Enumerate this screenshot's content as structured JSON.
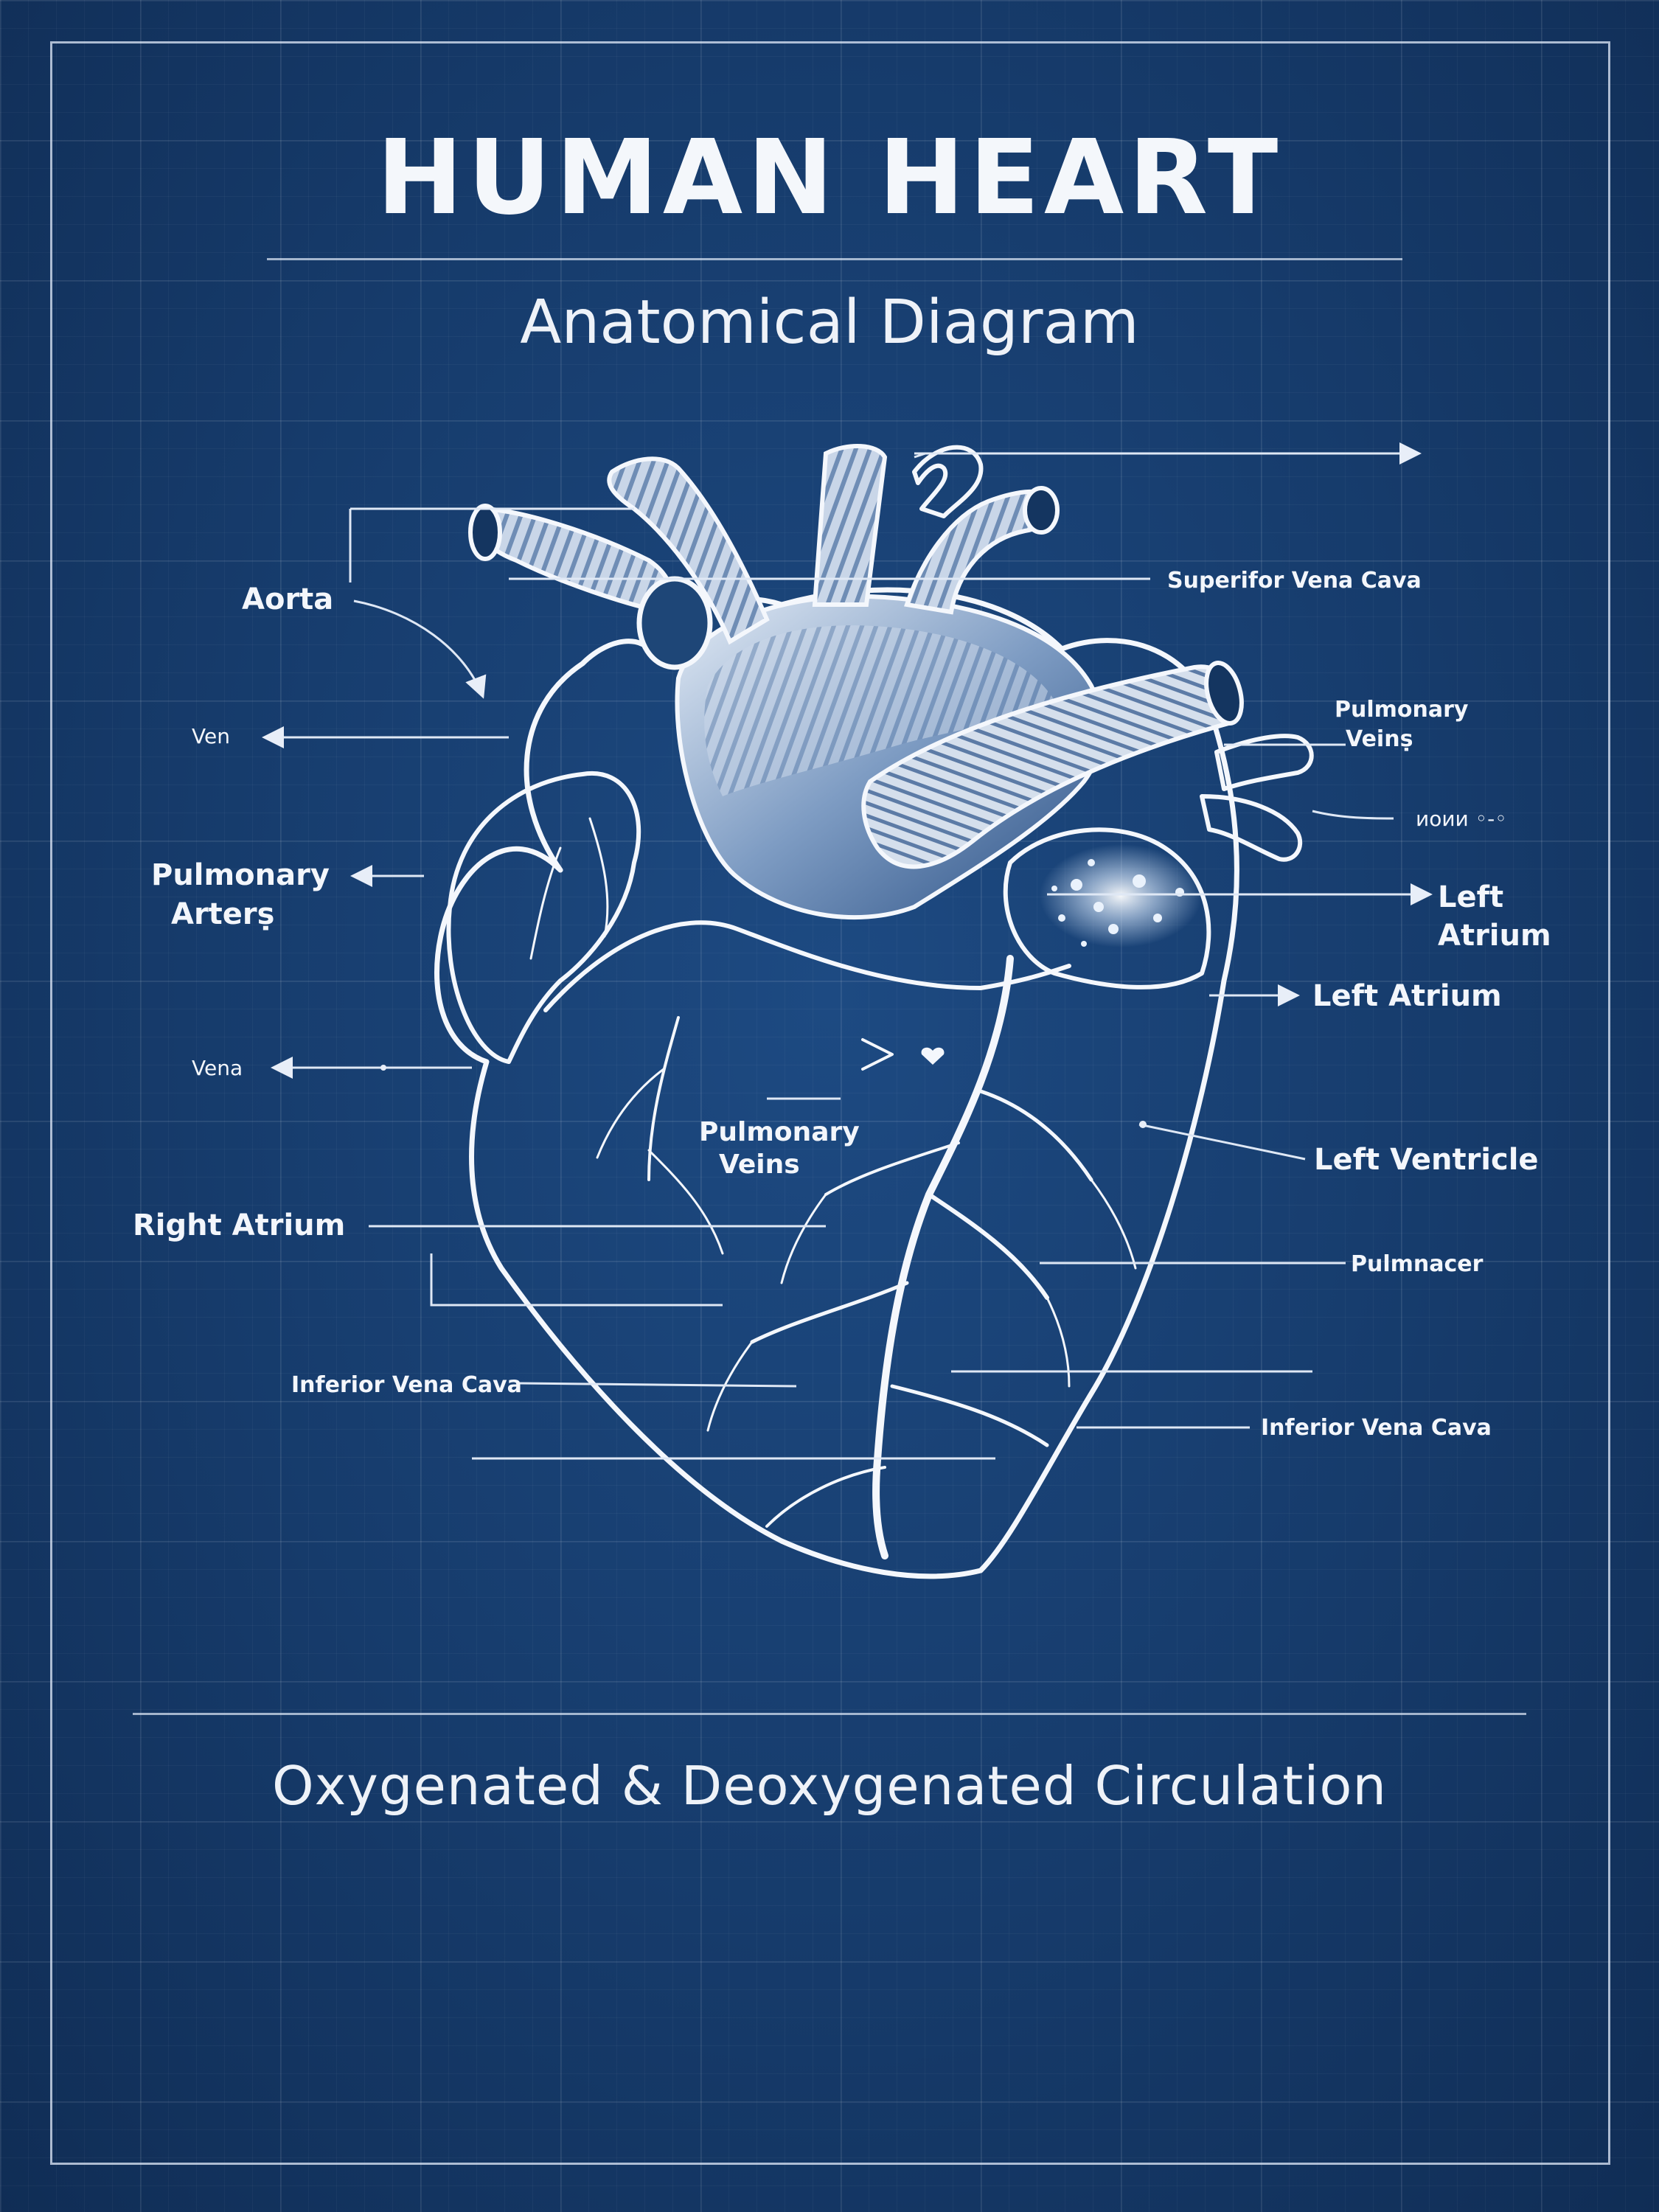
{
  "title": "HUMAN HEART",
  "subtitle": "Anatomical Diagram",
  "caption": "Oxygenated & Deoxygenated Circulation",
  "labels": {
    "aorta": "Aorta",
    "superior_vena_cava": "Superifor  Vena Cava",
    "ven": "Ven",
    "pulmonary_veins_top_line1": "Pulmonary",
    "pulmonary_veins_top_line2": "Veinṣ",
    "noise_label": "ᴎᴏᴎᴎ ◦-◦",
    "pulmonary_arters_line1": "Pulmonary",
    "pulmonary_arters_line2": "Arterṣ",
    "left_atrium_a_line1": "Left",
    "left_atrium_a_line2": "Atrium",
    "left_atrium_b": "Left Atrium",
    "vena": "Vena",
    "pulmonary_veins_center_line1": "Pulmonary",
    "pulmonary_veins_center_line2": "Veins",
    "left_ventricle": "Left Ventricle",
    "right_atrium": "Right Atrium",
    "pulmnacer": "Pulmnacer",
    "inferior_vena_cava_left": "Inferior Vena Cava",
    "inferior_vena_cava_right": "Inferior Vena Cava"
  },
  "colors": {
    "background": "#163b6b",
    "line": "#f4f7fc"
  }
}
